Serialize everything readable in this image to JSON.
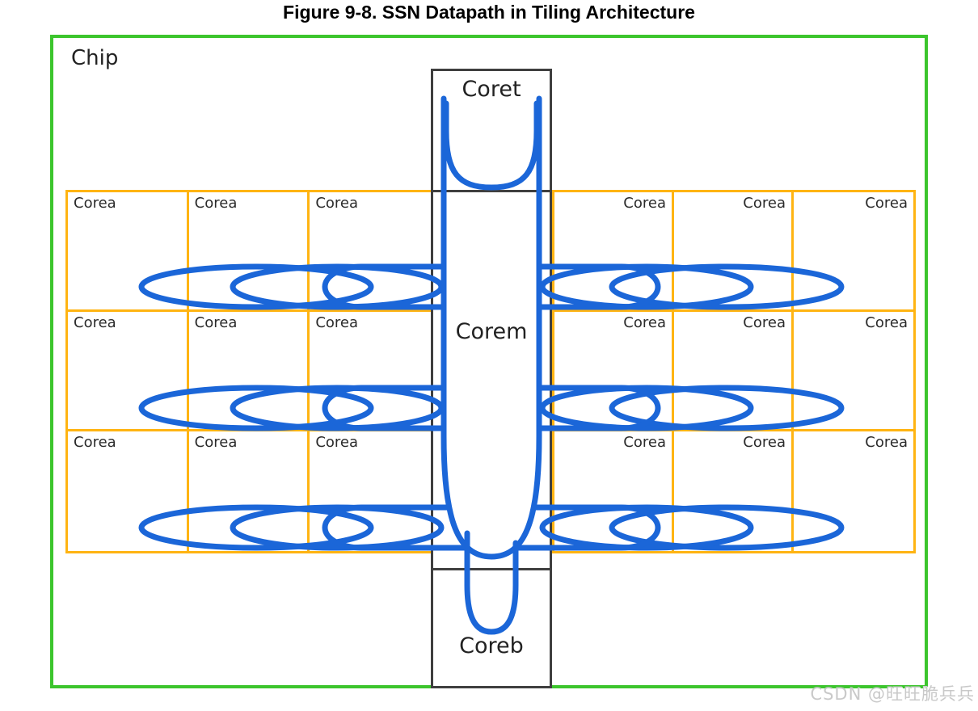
{
  "title": "Figure 9-8. SSN Datapath in Tiling Architecture",
  "chip": {
    "label": "Chip"
  },
  "cores": {
    "top": "Coret",
    "middle": "Corem",
    "bottom": "Coreb"
  },
  "grid": {
    "rows": 3,
    "cols_per_side": 3,
    "sides": [
      "left",
      "right"
    ],
    "cell_label": "Corea",
    "total_corea_tiles": 18
  },
  "datapath": {
    "description": "ssn-datapath-loops",
    "row_loop_count_per_side": 3,
    "row_count": 3
  },
  "watermark": "CSDN @旺旺脆兵兵",
  "colors": {
    "chip_border": "#3cc52d",
    "tile_border": "#ffb412",
    "core_border": "#3f3f3f",
    "datapath": "#1b66d8",
    "label_text": "#2b2b2b",
    "title_text": "#000000",
    "watermark_text": "#c9c9c9"
  }
}
